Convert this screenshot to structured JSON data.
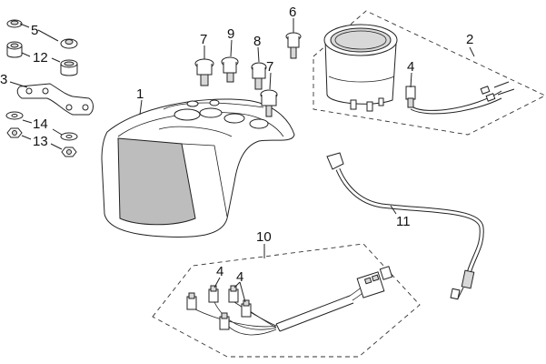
{
  "callouts": {
    "c1": "1",
    "c2": "2",
    "c3": "3",
    "c4_gauge": "4",
    "c5": "5",
    "c6": "6",
    "c7_left": "7",
    "c7_right": "7",
    "c8": "8",
    "c9": "9",
    "c10": "10",
    "c11": "11",
    "c12": "12",
    "c13": "13",
    "c14": "14",
    "c4_harness_a": "4",
    "c4_harness_b": "4"
  }
}
